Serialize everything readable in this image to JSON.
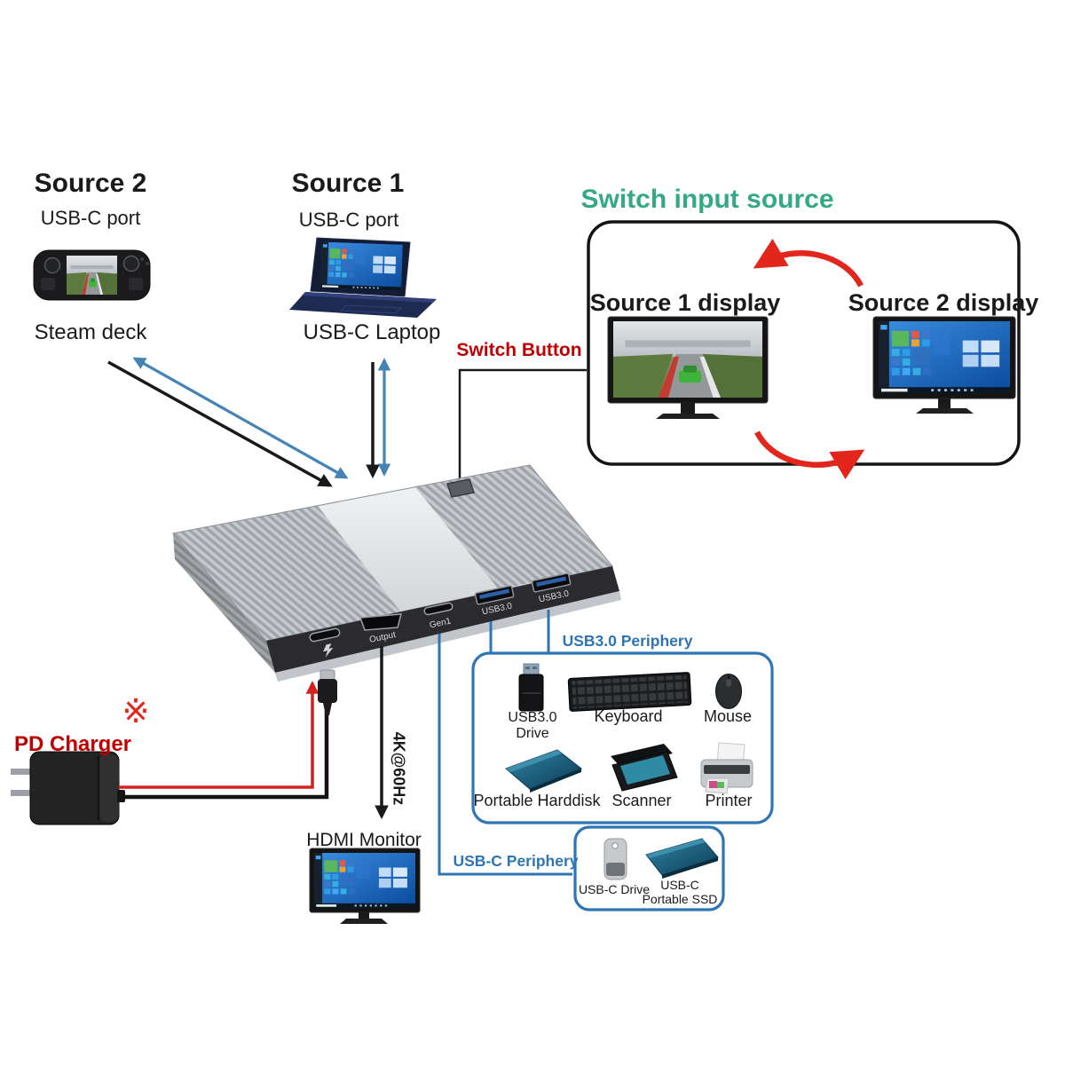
{
  "source2": {
    "title": "Source 2",
    "port": "USB-C port",
    "device": "Steam deck"
  },
  "source1": {
    "title": "Source 1",
    "port": "USB-C port",
    "device": "USB-C Laptop"
  },
  "switch_panel": {
    "title": "Switch input source",
    "display1": "Source 1 display",
    "display2": "Source 2 display"
  },
  "annotations": {
    "switch_button": "Switch Button",
    "pd_charger": "PD Charger",
    "ref_mark": "※",
    "resolution": "4K@60Hz",
    "hdmi_monitor": "HDMI Monitor"
  },
  "dock": {
    "ports": {
      "power_icon": "lightning-bolt",
      "hdmi_label": "Output",
      "usbc_label": "Gen1",
      "usb3_label_1": "USB3.0",
      "usb3_label_2": "USB3.0"
    }
  },
  "usb3_box": {
    "title": "USB3.0 Periphery",
    "items": [
      "USB3.0 Drive",
      "Keyboard",
      "Mouse",
      "Portable Harddisk",
      "Scanner",
      "Printer"
    ]
  },
  "usbc_box": {
    "title": "USB-C Periphery",
    "items": [
      "USB-C Drive",
      "USB-C Portable SSD"
    ]
  },
  "colors": {
    "accent_green": "#35A885",
    "periphery_blue": "#2E75B6",
    "arrow_blue": "#4583B5",
    "bright_red": "#E2261C",
    "label_red": "#C00000",
    "line_black": "#1A1A1A"
  }
}
